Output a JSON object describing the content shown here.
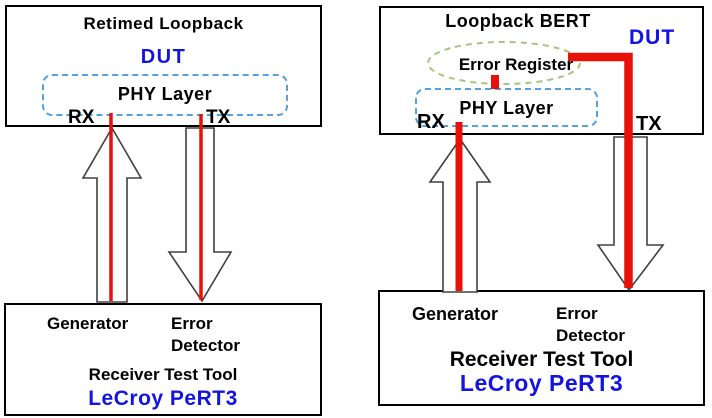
{
  "left_diagram": {
    "title": "Retimed Loopback",
    "device_label": "DUT",
    "phy_label": "PHY Layer",
    "rx_label": "RX",
    "tx_label": "TX",
    "generator_label": "Generator",
    "error_detector_label": "Error\nDetector",
    "tool_label": "Receiver Test Tool",
    "brand_label": "LeCroy PeRT3"
  },
  "right_diagram": {
    "title": "Loopback BERT",
    "device_label": "DUT",
    "error_register_label": "Error Register",
    "phy_label": "PHY Layer",
    "rx_label": "RX",
    "tx_label": "TX",
    "generator_label": "Generator",
    "error_detector_label": "Error\nDetector",
    "tool_label": "Receiver Test Tool",
    "brand_label": "LeCroy PeRT3"
  },
  "colors": {
    "signal_red": "#e81109",
    "label_blue": "#1414e0",
    "phy_dash_blue": "#55a0e0",
    "register_dash_green": "#a9c47f",
    "arrow_outline_gray": "#404040",
    "box_border_black": "#000000"
  },
  "icons": {
    "up_arrow": "hollow-up-arrow",
    "down_arrow": "hollow-down-arrow"
  }
}
